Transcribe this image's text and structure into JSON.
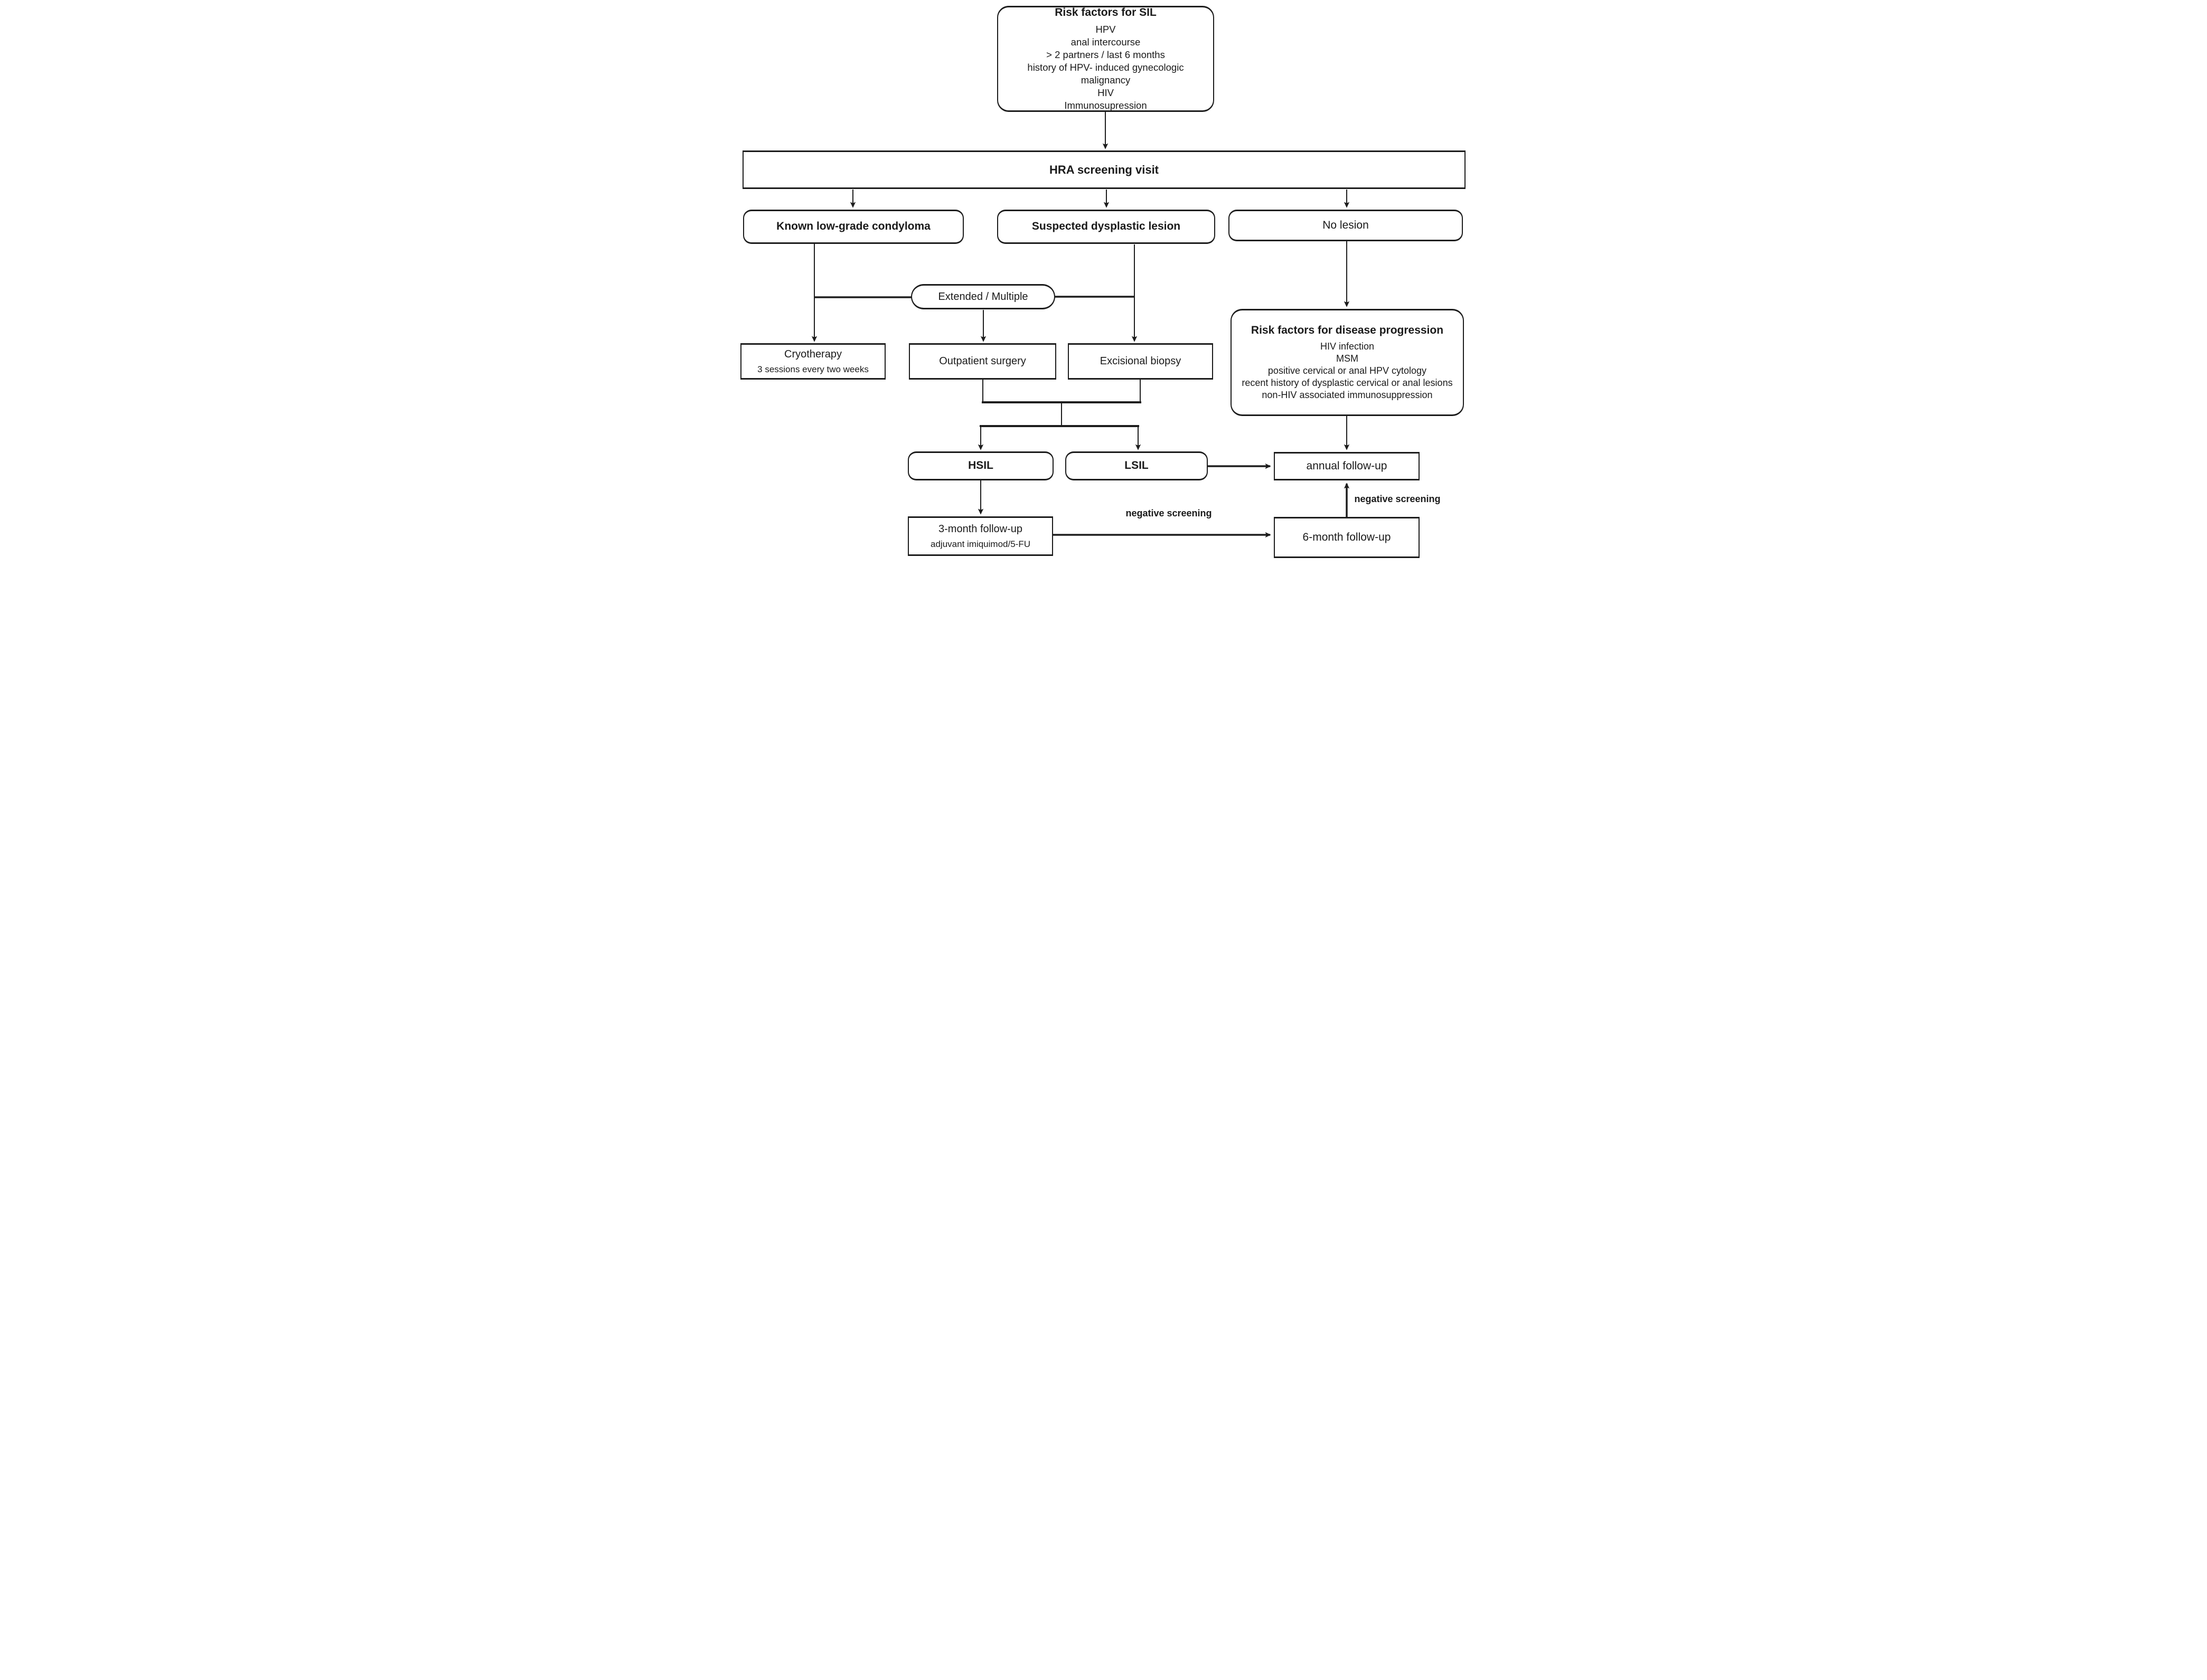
{
  "nodes": {
    "risk_sil": {
      "title": "Risk factors for SIL",
      "items": [
        "HPV",
        "anal intercourse",
        "> 2 partners / last 6 months",
        "history of HPV- induced gynecologic malignancy",
        "HIV",
        "Immunosupression"
      ]
    },
    "hra": {
      "label": "HRA screening visit"
    },
    "condyloma": {
      "label": "Known low-grade condyloma"
    },
    "suspected": {
      "label": "Suspected dysplastic lesion"
    },
    "no_lesion": {
      "label": "No lesion"
    },
    "extended": {
      "label": "Extended / Multiple"
    },
    "cryotherapy": {
      "title": "Cryotherapy",
      "subtitle": "3 sessions every two weeks"
    },
    "outpatient": {
      "label": "Outpatient surgery"
    },
    "excisional": {
      "label": "Excisional biopsy"
    },
    "risk_progression": {
      "title": "Risk factors for disease progression",
      "items": [
        "HIV infection",
        "MSM",
        "positive cervical or anal HPV cytology",
        "recent history of dysplastic cervical or anal lesions",
        "non-HIV associated immunosuppression"
      ]
    },
    "hsil": {
      "label": "HSIL"
    },
    "lsil": {
      "label": "LSIL"
    },
    "annual": {
      "label": "annual follow-up"
    },
    "three_month": {
      "title": "3-month follow-up",
      "subtitle": "adjuvant imiquimod/5-FU"
    },
    "six_month": {
      "label": "6-month follow-up"
    }
  },
  "edge_labels": {
    "neg_screening_bottom": "negative screening",
    "neg_screening_right": "negative screening"
  },
  "colors": {
    "line": "#1d1d1d",
    "text": "#1a1a1a",
    "background": "#ffffff"
  }
}
